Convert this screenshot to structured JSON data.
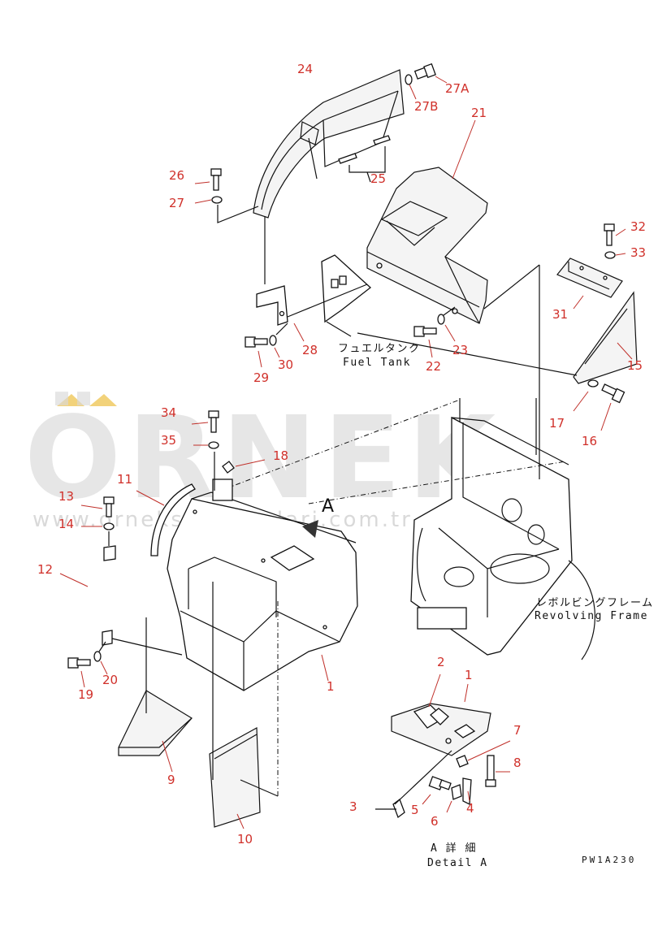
{
  "diagram": {
    "callouts": [
      "24",
      "27A",
      "27B",
      "21",
      "26",
      "27",
      "25",
      "32",
      "33",
      "31",
      "15",
      "28",
      "30",
      "29",
      "22",
      "23",
      "17",
      "16",
      "34",
      "35",
      "18",
      "11",
      "13",
      "14",
      "12",
      "1",
      "19",
      "20",
      "9",
      "10",
      "2",
      "1",
      "7",
      "8",
      "3",
      "5",
      "6",
      "4"
    ],
    "captions": {
      "fuel_tank_jp": "フュエルタンク",
      "fuel_tank_en": "Fuel Tank",
      "revolving_frame_jp": "レボルビングフレーム",
      "revolving_frame_en": "Revolving Frame",
      "detail_label": "A",
      "detail_a_jp": "A 詳 細",
      "detail_a_en": "Detail A",
      "drawing_code": "PW1A230"
    },
    "watermark": {
      "brand": "ÖRNEK",
      "url": "www.orneksmakinalari.com.tr"
    },
    "colors": {
      "callout": "#d0302a",
      "lines": "#111111",
      "watermark": "#d9d9d9",
      "watermark_accent": "#f2d27a"
    }
  }
}
